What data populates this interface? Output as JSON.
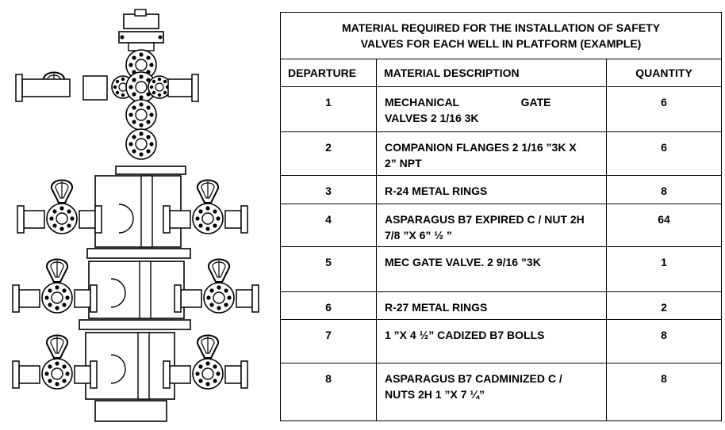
{
  "figure": {
    "name": "wellhead-christmas-tree-drawing"
  },
  "table": {
    "title_line1": "MATERIAL REQUIRED FOR THE INSTALLATION OF SAFETY",
    "title_line2": "VALVES FOR EACH WELL IN PLATFORM (EXAMPLE)",
    "headers": {
      "departure": "DEPARTURE",
      "description": "MATERIAL DESCRIPTION",
      "quantity": "QUANTITY"
    },
    "rows": [
      {
        "departure": "1",
        "line1": "MECHANICAL                    GATE",
        "line2": "VALVES 2 1/16 3K",
        "quantity": "6"
      },
      {
        "departure": "2",
        "line1": "COMPANION FLANGES 2 1/16 ”3K X",
        "line2": "2” NPT",
        "quantity": "6"
      },
      {
        "departure": "3",
        "line1": "R-24 METAL RINGS",
        "line2": "",
        "quantity": "8"
      },
      {
        "departure": "4",
        "line1": "ASPARAGUS B7 EXPIRED C / NUT 2H",
        "line2": "7/8 ”X 6” ½ ”",
        "quantity": "64"
      },
      {
        "departure": "5",
        "line1": "MEC GATE VALVE. 2 9/16 ”3K",
        "line2": "",
        "quantity": "1"
      },
      {
        "departure": "6",
        "line1": "R-27 METAL RINGS",
        "line2": "",
        "quantity": "2"
      },
      {
        "departure": "7",
        "line1": "1 ”X 4 ½” CADIZED B7 BOLLS",
        "line2": "",
        "quantity": "8"
      },
      {
        "departure": "8",
        "line1": "ASPARAGUS B7 CADMINIZED C /",
        "line2": "NUTS 2H 1 ”X 7 ¼”",
        "quantity": "8"
      }
    ]
  }
}
